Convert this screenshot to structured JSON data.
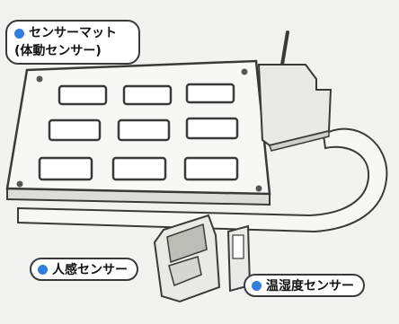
{
  "labels": {
    "sensor_mat_line1": "センサーマット",
    "sensor_mat_line2": "(体動センサー)",
    "human_sensor": "人感センサー",
    "temp_humidity_sensor": "温湿度センサー"
  },
  "colors": {
    "background": "#f2f2f0",
    "bullet": "#2f7fe0",
    "outline": "#3a3a3a",
    "mat_fill": "#f7f7f5",
    "device_fill": "#e9e9e6"
  },
  "icons": {
    "bullet": "filled-circle"
  }
}
